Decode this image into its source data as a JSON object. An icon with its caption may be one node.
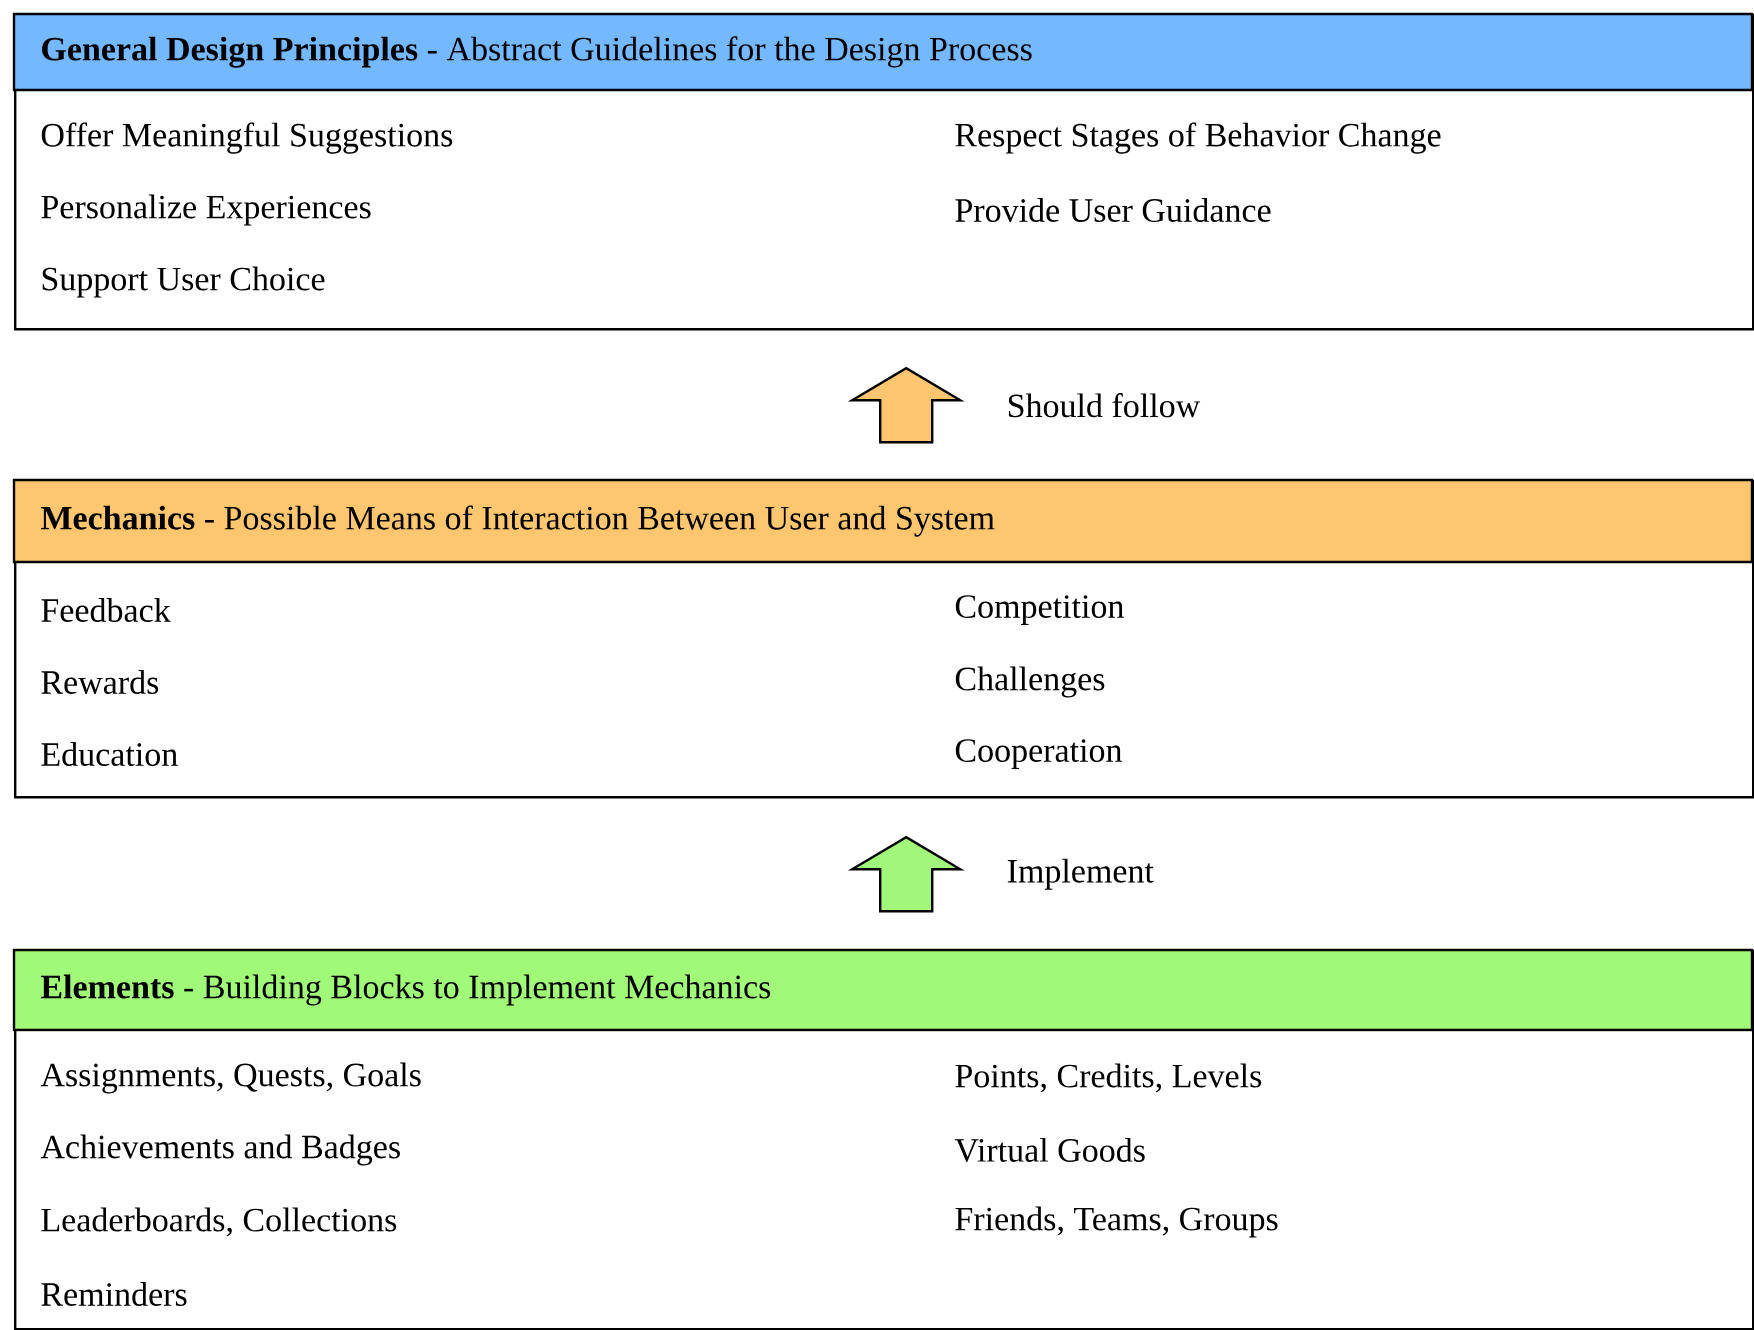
{
  "diagram": {
    "nodes": [
      {
        "text": [
          "**General Design Principles** - Abstract Guidelines for the Design Process",
          "Offer Meaningful Suggestions",
          "Respect Stages of Behavior Change",
          "Personalize Experiences",
          "Provide User Guidance",
          "Support User Choice"
        ]
      },
      {
        "text": [
          "**Mechanics** - Possible Means of Interaction Between User and System",
          "Feedback",
          "Competition",
          "Rewards",
          "Challenges",
          "Education",
          "Cooperation"
        ]
      },
      {
        "text": [
          "**Elements** - Building Blocks to Implement Mechanics",
          "Assignments, Quests, Goals",
          "Points, Credits, Levels",
          "Achievements and Badges",
          "Virtual Goods",
          "Leaderboards, Collections",
          "Friends, Teams, Groups",
          "Reminders"
        ]
      }
    ],
    "edges": [
      {
        "from": 1,
        "to": 0,
        "arrow": "to",
        "label": "Should follow",
        "color": "#ffc66f"
      },
      {
        "from": 2,
        "to": 1,
        "arrow": "to",
        "label": "Implement",
        "color": "#a0f779"
      }
    ]
  }
}
